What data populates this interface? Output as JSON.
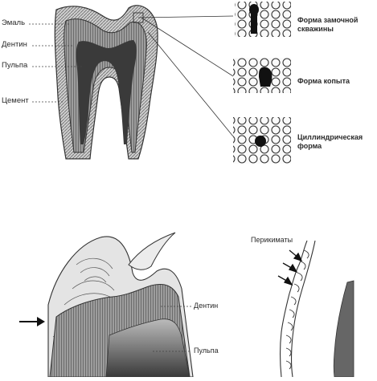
{
  "tooth_diagram": {
    "labels": {
      "enamel": "Эмаль",
      "dentin": "Дентин",
      "pulp": "Пульпа",
      "cement": "Цемент"
    }
  },
  "prism_shapes": [
    {
      "label": "Форма замочной\nскважины"
    },
    {
      "label": "Форма копыта"
    },
    {
      "label": "Циллиндрическая\nформа"
    }
  ],
  "section_diagram": {
    "labels": {
      "dentin": "Дентин",
      "pulp": "Пульпа"
    }
  },
  "perikymata_diagram": {
    "label": "Перикиматы"
  },
  "colors": {
    "ink": "#2a2a2a",
    "pulp_fill": "#3a3a3a",
    "enamel_fill": "#d9d9d9",
    "dentin_fill": "#a8a8a8"
  }
}
